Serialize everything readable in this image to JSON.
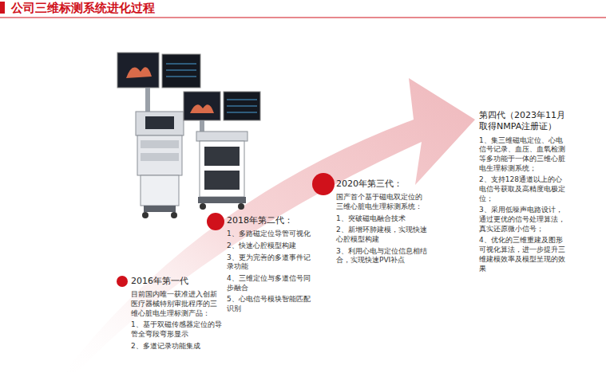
{
  "diagram": {
    "title": "公司三维标测系统进化过程",
    "nodes": [
      {
        "text": [
          "2016年第一代",
          "目前国内唯一获准进入创新医疗器械特别审批程序的三维心脏电生理标测产品：",
          "1、基于双磁传感器定位的导管全弯段弯形显示",
          "2、多道记录功能集成"
        ]
      },
      {
        "text": [
          "2018年第二代：",
          "1、多路磁定位导管可视化",
          "2、快速心腔模型构建",
          "3、更为完善的多道事件记录功能",
          "4、三维定位与多道信号同步融合",
          "5、心电信号模块智能匹配识别"
        ]
      },
      {
        "text": [
          "2020年第三代：",
          "国产首个基于磁电双定位的三维心脏电生理标测系统：",
          "1、突破磁电融合技术",
          "2、新增环肺建模，实现快速心腔模型构建",
          "3、利用心电与定位信息相结合，实现快速PVI补点"
        ]
      },
      {
        "text": [
          "第四代（2023年11月取得NMPA注册证）",
          "1、集三维磁电定位、心电信号记录、血压、血氧检测等多功能于一体的三维心脏电生理标测系统；",
          "2、支持128通道以上的心电信号获取及高精度电极定位；",
          "3、采用低噪声电路设计，通过更优的信号处理算法，真实还原微小信号；",
          "4、优化的三维重建及图形可视化算法，进一步提升三维建模效率及模型呈现的效果"
        ]
      }
    ],
    "edges": []
  }
}
